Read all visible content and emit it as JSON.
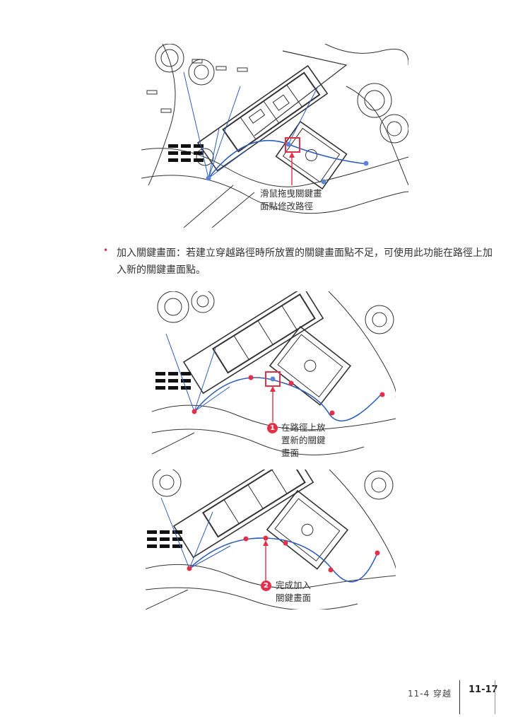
{
  "figure1": {
    "callout_lines": [
      "滑鼠拖曳關鍵畫",
      "面點修改路徑"
    ]
  },
  "bullet": {
    "text": "加入關鍵畫面：若建立穿越路徑時所放置的關鍵畫面點不足，可使用此功能在路徑上加入新的關鍵畫面點。"
  },
  "figure2": {
    "step": "1",
    "callout_lines": [
      "在路徑上放",
      "置新的關鍵",
      "畫面"
    ]
  },
  "figure3": {
    "step": "2",
    "callout_lines": [
      "完成加入",
      "關鍵畫面"
    ]
  },
  "footer": {
    "section": "11-4 穿越",
    "page": "11-17"
  },
  "colors": {
    "accent_red": "#e2304a",
    "path_blue": "#2f5fb8",
    "linework": "#333333"
  }
}
